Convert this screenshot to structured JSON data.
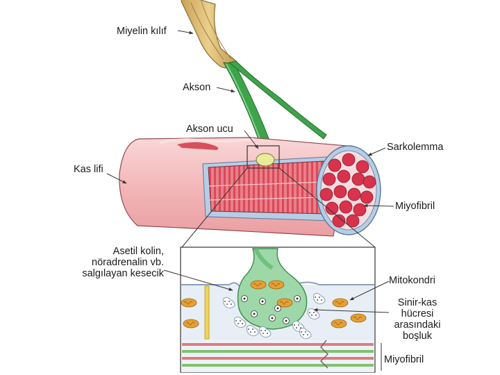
{
  "labels": {
    "myelin": "Miyelin kılıf",
    "axon": "Akson",
    "axon_terminal": "Akson ucu",
    "muscle_fiber": "Kas lifi",
    "sarcolemma": "Sarkolemma",
    "myofibril_top": "Miyofibril",
    "vesicle_lines": [
      "Asetil kolin,",
      "nöradrenalin vb.",
      "salgılayan kesecik"
    ],
    "mitochondria": "Mitokondri",
    "cleft_lines": [
      "Sinir-kas",
      "hücresi",
      "arasındaki",
      "boşluk"
    ],
    "myofibril_bottom": "Miyofibril"
  },
  "colors": {
    "myelin": "#d9b26a",
    "axon": "#3ea44a",
    "muscle_outer": "#f6c6c7",
    "muscle_inner": "#e0505e",
    "sarcolemma": "#b6cde6",
    "myofibril_dots": "#d8324c",
    "synapse_bg": "#e8eef6",
    "mitochondria": "#e6a034",
    "terminal_bulb": "#9ed8a8"
  }
}
